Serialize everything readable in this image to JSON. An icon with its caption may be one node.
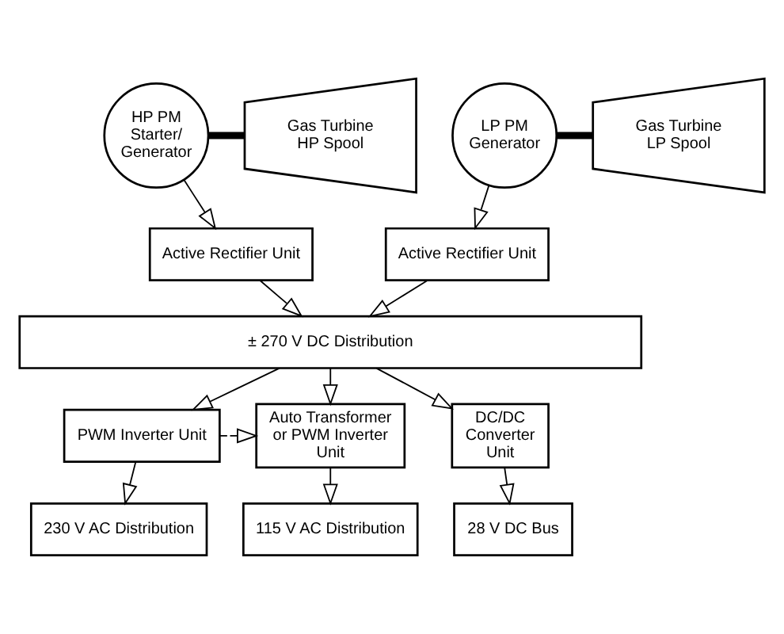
{
  "diagram": {
    "nodes": [
      {
        "text": [
          "HP PM Starter/ Generator"
        ]
      },
      {
        "text": [
          "Gas Turbine HP Spool"
        ]
      },
      {
        "text": [
          "LP PM Generator"
        ]
      },
      {
        "text": [
          "Gas Turbine LP Spool"
        ]
      },
      {
        "text": [
          "Active Rectifier Unit"
        ]
      },
      {
        "text": [
          "Active Rectifier Unit"
        ]
      },
      {
        "text": [
          "± 270 V DC Distribution"
        ]
      },
      {
        "text": [
          "PWM Inverter Unit"
        ]
      },
      {
        "text": [
          "Auto Transformer or PWM Inverter Unit"
        ]
      },
      {
        "text": [
          "DC/DC Converter Unit"
        ]
      },
      {
        "text": [
          "230 V AC Distribution"
        ]
      },
      {
        "text": [
          "115 V AC Distribution"
        ]
      },
      {
        "text": [
          "28 V DC Bus"
        ]
      }
    ],
    "edges": [
      {
        "from": 0,
        "to": 1,
        "arrow": "none",
        "style": "thick"
      },
      {
        "from": 2,
        "to": 3,
        "arrow": "none",
        "style": "thick"
      },
      {
        "from": 0,
        "to": 4,
        "arrow": "to"
      },
      {
        "from": 2,
        "to": 5,
        "arrow": "to"
      },
      {
        "from": 4,
        "to": 6,
        "arrow": "to"
      },
      {
        "from": 5,
        "to": 6,
        "arrow": "to"
      },
      {
        "from": 6,
        "to": 7,
        "arrow": "to"
      },
      {
        "from": 6,
        "to": 8,
        "arrow": "to"
      },
      {
        "from": 6,
        "to": 9,
        "arrow": "to"
      },
      {
        "from": 7,
        "to": 8,
        "arrow": "to",
        "style": "dashed"
      },
      {
        "from": 7,
        "to": 10,
        "arrow": "to"
      },
      {
        "from": 8,
        "to": 11,
        "arrow": "to"
      },
      {
        "from": 9,
        "to": 12,
        "arrow": "to"
      }
    ]
  }
}
